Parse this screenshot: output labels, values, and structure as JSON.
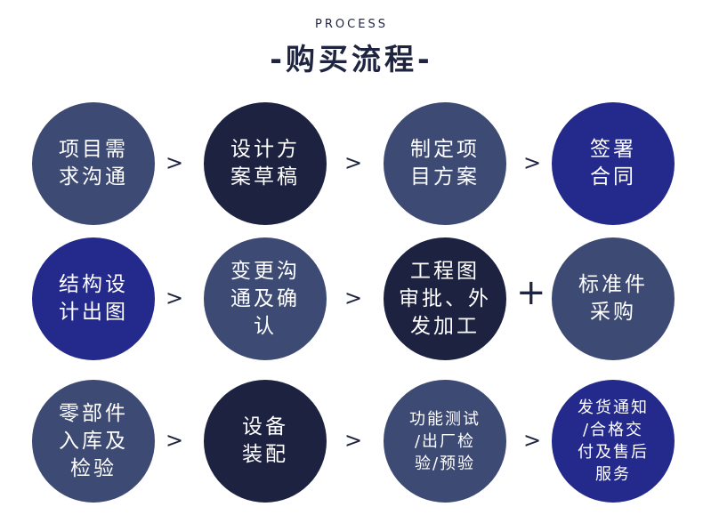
{
  "header": {
    "subtitle": "PROCESS",
    "title": "-购买流程-"
  },
  "colors": {
    "slate": "#3d4a73",
    "dark": "#1d2240",
    "royal": "#242a8c"
  },
  "rows": [
    {
      "steps": [
        {
          "label": "项目需\n求沟通",
          "color": "slate"
        },
        {
          "label": "设计方\n案草稿",
          "color": "dark"
        },
        {
          "label": "制定项\n目方案",
          "color": "slate"
        },
        {
          "label": "签署\n合同",
          "color": "royal"
        }
      ],
      "separators": [
        ">",
        ">",
        ">"
      ]
    },
    {
      "steps": [
        {
          "label": "结构设\n计出图",
          "color": "royal"
        },
        {
          "label": "变更沟\n通及确\n认",
          "color": "slate"
        },
        {
          "label": "工程图\n审批、外\n发加工",
          "color": "dark"
        },
        {
          "label": "标准件\n采购",
          "color": "slate"
        }
      ],
      "separators": [
        ">",
        ">",
        "+"
      ]
    },
    {
      "steps": [
        {
          "label": "零部件\n入库及\n检验",
          "color": "slate"
        },
        {
          "label": "设备\n装配",
          "color": "dark"
        },
        {
          "label": "功能测试\n/出厂检\n验/预验",
          "color": "slate",
          "small": true
        },
        {
          "label": "发货通知\n/合格交\n付及售后\n服务",
          "color": "royal",
          "small": true
        }
      ],
      "separators": [
        ">",
        ">",
        ">"
      ]
    }
  ]
}
